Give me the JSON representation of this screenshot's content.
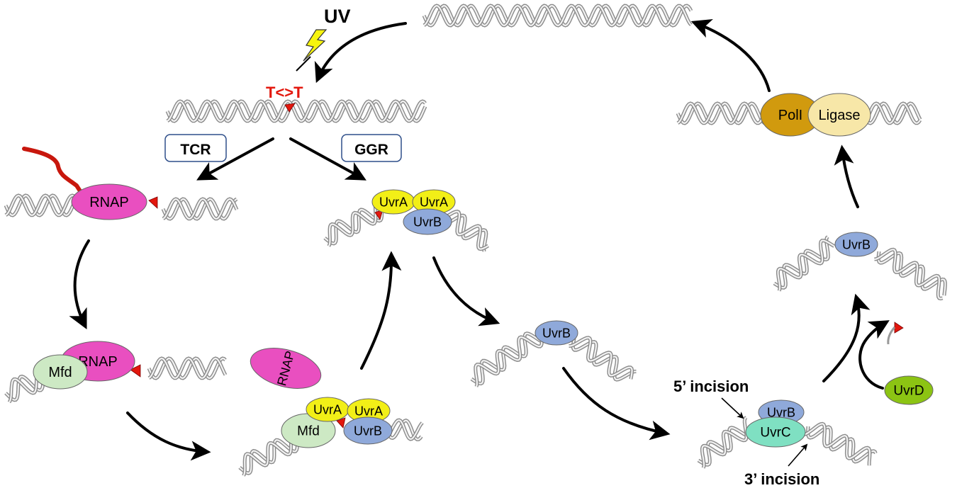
{
  "labels": {
    "uv": "UV",
    "lesion": "T<>T",
    "tcr": "TCR",
    "ggr": "GGR",
    "incision5": "5’ incision",
    "incision3": "3’ incision"
  },
  "proteins": {
    "rnap": "RNAP",
    "mfd": "Mfd",
    "uvra": "UvrA",
    "uvrb": "UvrB",
    "uvrc": "UvrC",
    "uvrd": "UvrD",
    "pol1": "PolI",
    "ligase": "Ligase"
  },
  "colors": {
    "rnap": "#e94fc0",
    "mfd": "#cde9c4",
    "uvra": "#f2ef17",
    "uvrb": "#8fa9da",
    "uvrc": "#7fe0c2",
    "uvrd": "#8cc413",
    "pol1": "#d19a0e",
    "ligase": "#f7e7a8",
    "lesion": "#e3170d",
    "rna": "#c8170d",
    "dna": "#9a9a9a",
    "arrow": "#000000"
  }
}
